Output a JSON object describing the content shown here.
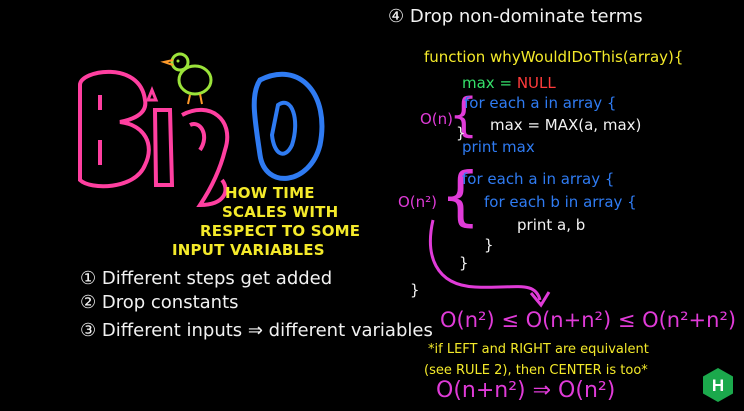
{
  "left": {
    "title_letters": [
      "B",
      "i",
      "g",
      "O"
    ],
    "subtitle_lines": [
      "HOW TIME",
      "SCALES WITH",
      "RESPECT TO SOME",
      "INPUT VARIABLES"
    ],
    "rules": [
      {
        "num": "①",
        "text": "Different steps get added"
      },
      {
        "num": "②",
        "text": "Drop constants"
      },
      {
        "num": "③",
        "text": "Different inputs ⇒ different variables"
      }
    ]
  },
  "right": {
    "heading_num": "④",
    "heading": "Drop non-dominate terms",
    "code": {
      "func_line": "function whyWouldIDoThis(array){",
      "max_line_left": "max =",
      "max_line_right": "NULL",
      "o_n": "O(n)",
      "loop1": "for each a in array {",
      "loop1_body": "max = MAX(a, max)",
      "brace_close_1": "}",
      "print_max": "print max",
      "o_n2": "O(n²)",
      "loop2": "for each a in array {",
      "loop3": "for each b in array {",
      "print_ab": "print a, b",
      "brace_close_3": "}",
      "brace_close_2": "}",
      "brace_close_func": "}"
    },
    "inequality": "O(n²) ≤ O(n+n²) ≤ O(n²+n²)",
    "note_line1": "*if LEFT and RIGHT are equivalent",
    "note_line2": "(see RULE 2), then CENTER is too*",
    "result": "O(n+n²) ⇒ O(n²)"
  },
  "brand": {
    "letter": "H",
    "color": "#1ba94c"
  },
  "colors": {
    "background": "#000000",
    "pink": "#ff3fa0",
    "blue": "#2f7bf2",
    "yellow": "#f4ea2a",
    "green": "#35e06a",
    "cyan": "#1fd7f0",
    "magenta": "#e03bd8",
    "bird": "#9be33a"
  }
}
